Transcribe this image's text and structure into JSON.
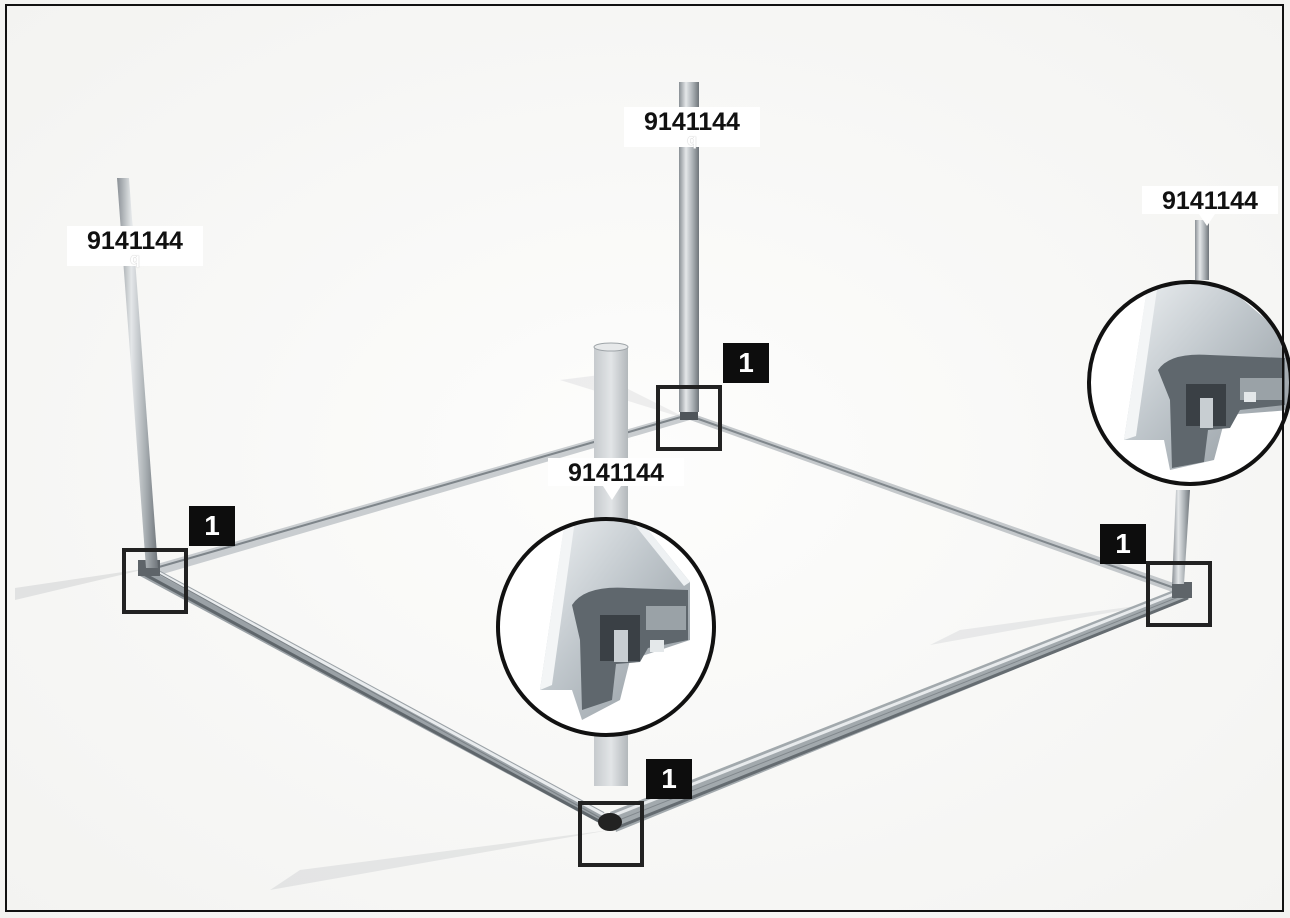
{
  "part_number": "9141144",
  "labels": [
    {
      "text": "9141144",
      "sub": "q"
    },
    {
      "text": "9141144",
      "sub": "q"
    },
    {
      "text": "9141144",
      "sub": ""
    },
    {
      "text": "9141144",
      "sub": ""
    }
  ],
  "callout_number": "1",
  "colors": {
    "frame": "#111111",
    "badge": "#0d0d0d",
    "aluminum_light": "#d4d8db",
    "aluminum_dark": "#7c8388",
    "background": "#fbfbfa"
  }
}
